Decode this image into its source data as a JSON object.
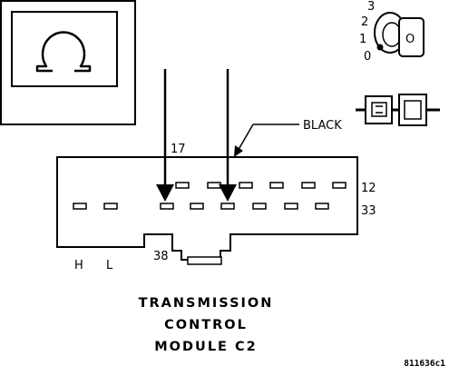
{
  "meter_symbol": "Ω",
  "key_positions": [
    "3",
    "2",
    "1",
    "0"
  ],
  "key_label": "O",
  "wire_color_label": "BLACK",
  "pin_labels": {
    "top_left": "17",
    "top_right": "12",
    "bottom_right": "33",
    "bottom_left": "38",
    "h": "H",
    "l": "L"
  },
  "title_lines": [
    "TRANSMISSION",
    "CONTROL",
    "MODULE C2"
  ],
  "figure_id": "811636c1",
  "colors": {
    "ink": "#000000",
    "background": "#ffffff"
  }
}
